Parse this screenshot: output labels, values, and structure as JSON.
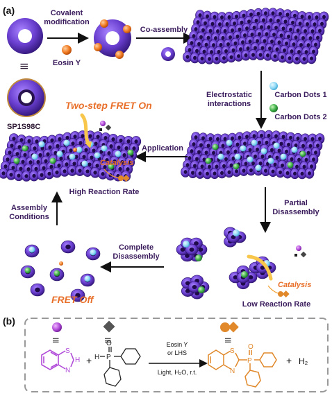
{
  "panel_a": {
    "label": "(a)",
    "covalent_modification": [
      "Covalent",
      "modification"
    ],
    "eosin_y": "Eosin Y",
    "co_assembly": "Co-assembly",
    "equivalence": "|||",
    "protein_name": "SP1S98C",
    "electrostatic": [
      "Electrostatic",
      "interactions"
    ],
    "carbon_dots_1": "Carbon Dots 1",
    "carbon_dots_2": "Carbon Dots 2",
    "two_step_fret_on": "Two-step FRET On",
    "application": "Application",
    "catalysis_top": "Catalysis",
    "high_reaction_rate": "High Reaction Rate",
    "assembly_conditions": [
      "Assembly",
      "Conditions"
    ],
    "partial_disassembly": [
      "Partial",
      "Disassembly"
    ],
    "complete_disassembly": [
      "Complete",
      "Disassembly"
    ],
    "catalysis_bottom": "Catalysis",
    "low_reaction_rate": "Low Reaction Rate",
    "fret_off": "FRET Off"
  },
  "panel_b": {
    "label": "(b)",
    "plus_1": "+",
    "plus_2": "+",
    "reagent_line1": "Eosin Y",
    "reagent_line2": "or LHS",
    "conditions": "Light, H₂O, r.t.",
    "h2": "H₂",
    "equiv_1": "|||",
    "equiv_2": "|||",
    "equiv_3": "|||",
    "atom_S1": "S",
    "atom_N": "N",
    "atom_H1": "H",
    "atom_H2": "H",
    "atom_P1": "P",
    "atom_O1": "O",
    "atom_S2": "S",
    "atom_N2": "N",
    "atom_P2": "P",
    "atom_O2": "O"
  },
  "colors": {
    "ring": "#6a3fd0",
    "ring_dark": "#3d1f8c",
    "eosin": "#f07a20",
    "cd1": "#8fd8f5",
    "cd2": "#3fb04a",
    "orange_text": "#e8702a",
    "purple_molecule": "#b04ad8",
    "gray_molecule": "#555555",
    "product": "#e0882a"
  }
}
